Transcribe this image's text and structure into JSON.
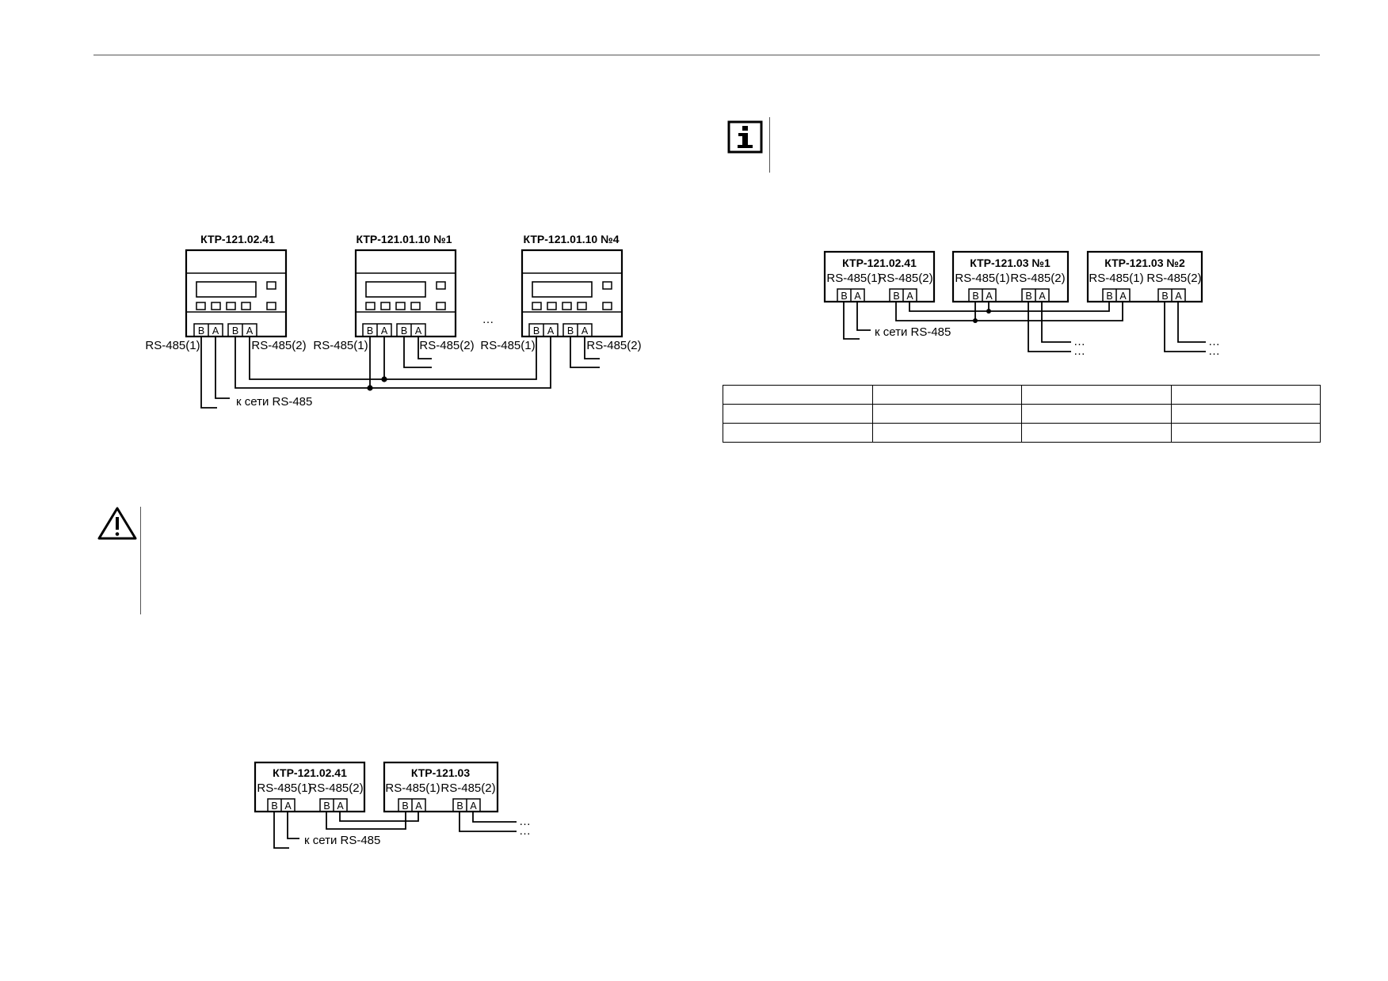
{
  "fig1": {
    "devices": [
      {
        "title": "КТР-121.02.41",
        "port_left": "RS-485(1)",
        "port_right": "RS-485(2)"
      },
      {
        "title": "КТР-121.01.10 №1",
        "port_left": "RS-485(1)",
        "port_right": "RS-485(2)"
      },
      {
        "title": "КТР-121.01.10 №4",
        "port_left": "RS-485(1)",
        "port_right": "RS-485(2)"
      }
    ],
    "terminals": [
      "B",
      "A"
    ],
    "ellipsis": "…",
    "network_label": "к сети RS-485"
  },
  "fig2": {
    "devices": [
      {
        "title": "КТР-121.02.41",
        "port_left": "RS-485(1)",
        "port_right": "RS-485(2)"
      },
      {
        "title": "КТР-121.03",
        "port_left": "RS-485(1)",
        "port_right": "RS-485(2)"
      }
    ],
    "terminals": [
      "B",
      "A"
    ],
    "ellipsis": "…",
    "network_label": "к сети RS-485"
  },
  "fig3": {
    "devices": [
      {
        "title": "КТР-121.02.41",
        "port_left": "RS-485(1)",
        "port_right": "RS-485(2)"
      },
      {
        "title": "КТР-121.03 №1",
        "port_left": "RS-485(1)",
        "port_right": "RS-485(2)"
      },
      {
        "title": "КТР-121.03 №2",
        "port_left": "RS-485(1)",
        "port_right": "RS-485(2)"
      }
    ],
    "terminals": [
      "B",
      "A"
    ],
    "ellipsis": "…",
    "network_label": "к сети RS-485"
  },
  "icons": {
    "warning": "warning-triangle-icon",
    "info": "info-icon"
  }
}
